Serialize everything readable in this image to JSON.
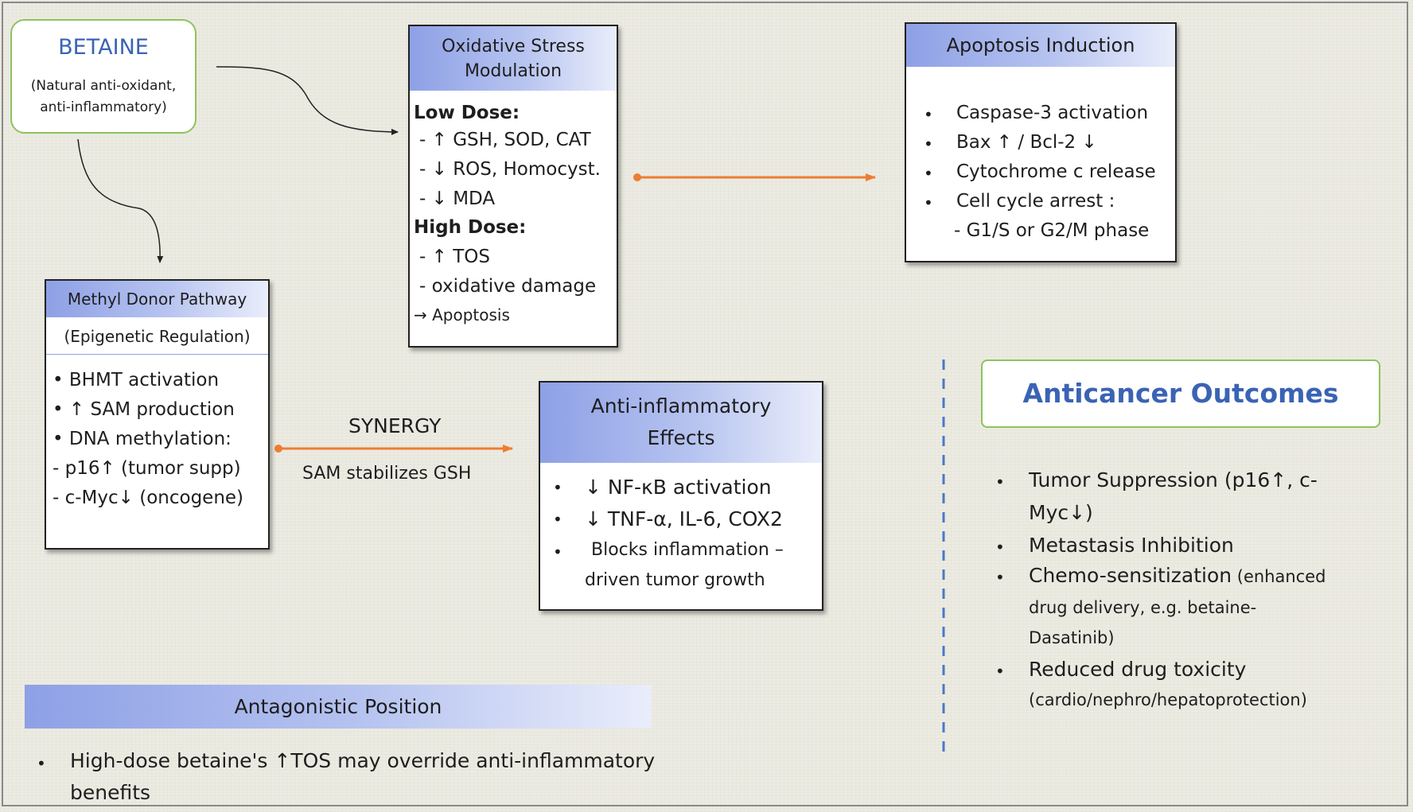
{
  "betaine": {
    "title": "BETAINE",
    "subtitle_line1": "(Natural anti-oxidant,",
    "subtitle_line2": "anti-inflammatory)"
  },
  "oxidative": {
    "title_line1": "Oxidative Stress",
    "title_line2": "Modulation",
    "low_dose_label": "Low Dose:",
    "low_dose_items": [
      "- ↑ GSH, SOD, CAT",
      "- ↓ ROS, Homocyst.",
      "- ↓ MDA"
    ],
    "high_dose_label": "High Dose:",
    "high_dose_items": [
      "- ↑ TOS",
      "- oxidative damage"
    ],
    "result": "→ Apoptosis"
  },
  "apoptosis": {
    "title": "Apoptosis Induction",
    "items": [
      "Caspase-3 activation",
      "Bax ↑ / Bcl-2 ↓",
      "Cytochrome c release",
      "Cell cycle arrest :"
    ],
    "subitem": "- G1/S or G2/M phase"
  },
  "methyl": {
    "title": "Methyl Donor Pathway",
    "subtitle": "(Epigenetic  Regulation)",
    "items": [
      "• BHMT activation",
      "• ↑ SAM production",
      "• DNA methylation:"
    ],
    "subitems": [
      "- p16↑ (tumor supp)",
      "- c-Myc↓ (oncogene)"
    ]
  },
  "synergy": {
    "label": "SYNERGY",
    "note": "SAM stabilizes GSH"
  },
  "anti_inflammatory": {
    "title_line1": "Anti-inflammatory",
    "title_line2": "Effects",
    "items": [
      "↓ NF-κB activation",
      "↓ TNF-α, IL-6, COX2",
      "Blocks inflammation –"
    ],
    "continuation": "driven tumor growth"
  },
  "outcomes": {
    "title": "Anticancer Outcomes",
    "item1_line1": "Tumor Suppression (p16↑, c-",
    "item1_line2": "Myc↓)",
    "item2": "Metastasis Inhibition",
    "item3_main": "Chemo-sensitization",
    "item3_paren": " (enhanced",
    "item3_line2": "drug delivery, e.g. betaine-",
    "item3_line3": "Dasatinib)",
    "item4_line1": "Reduced drug toxicity",
    "item4_line2": "(cardio/nephro/hepatoprotection)"
  },
  "antagonistic": {
    "title": "Antagonistic Position",
    "line1": "High-dose betaine's ↑TOS may override anti-inflammatory",
    "line2": "benefits"
  },
  "bullet_char": "•",
  "colors": {
    "arrow_orange": "#ee7d31",
    "title_blue": "#3a63b4",
    "divider_blue": "#4a78c8",
    "green_border": "#8cc45c",
    "header_blue": "#8ea0e6"
  }
}
